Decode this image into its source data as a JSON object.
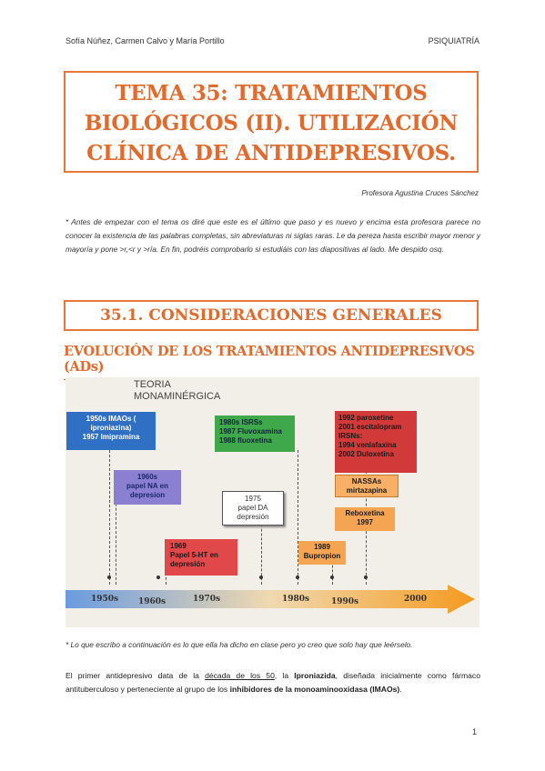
{
  "header": {
    "authors": "Sofía Núñez, Carmen Calvo y María Portillo",
    "subject": "PSIQUIATRÍA"
  },
  "title": {
    "line1": "TEMA 35: TRATAMIENTOS",
    "line2": "BIOLÓGICOS (II). UTILIZACIÓN",
    "line3": "CLÍNICA DE ANTIDEPRESIVOS."
  },
  "professor": "Profesora Agustina Cruces Sánchez",
  "intro_note": "* Antes de empezar con el tema os diré que este es el último que paso y es nuevo y encima esta profesora parece no conocer la existencia de las palabras completas, sin abreviaturas ni siglas raras. Le da pereza hasta escribir mayor menor y mayoría y pone >r,<r y >ría. En fin, podréis comprobarlo si estudiáis con las diapositivas al lado. Me despido osq.",
  "section": "35.1. CONSIDERACIONES GENERALES",
  "subheading": "EVOLUCIÓN DE LOS TRATAMIENTOS ANTIDEPRESIVOS (ADs)",
  "figure": {
    "heading_line1": "TEORIA",
    "heading_line2": "MONAMINÉRGICA",
    "boxes": {
      "imao_1": "1950s IMAOs (",
      "imao_2": "iproniazina)",
      "imao_3": "1957 Imipramina",
      "na_1": "1960s",
      "na_2": "papel NA en",
      "na_3": "depresion",
      "ht_1": "1969",
      "ht_2": "Papel 5-HT en",
      "ht_3": "depresión",
      "isrs_1": "1980s ISRSs",
      "isrs_2": "1987 Fluvoxamina",
      "isrs_3": "1988 fluoxetina",
      "da_1": "1975",
      "da_2": "papel DA",
      "da_3": "depresión",
      "bup_1": "1989",
      "bup_2": "Bupropion",
      "rec_1": "1992 paroxetine",
      "rec_2": "2001 escitalopram",
      "rec_3": "IRSNs:",
      "rec_4": "1994 venlafaxina",
      "rec_5": "2002 Duloxetina",
      "nassa_1": "NASSAs",
      "nassa_2": "mirtazapina",
      "rebox_1": "Reboxetina",
      "rebox_2": "1997"
    },
    "timeline": [
      "1950s",
      "1960s",
      "1970s",
      "1980s",
      "1990s",
      "2000"
    ],
    "colors": {
      "imao": "#2f6fc4",
      "na": "#8a7fd0",
      "ht": "#e0484a",
      "isrs": "#3fa84a",
      "da": "#ffffff",
      "bup": "#f5a552",
      "rec": "#d23a3a",
      "nassa": "#f7b066",
      "rebox": "#f5a552",
      "arrow_start": "#6a9be0",
      "arrow_end": "#f59a1e"
    }
  },
  "footnote": "* Lo que escribo a continuación es lo que ella ha dicho en clase pero yo creo que solo hay que leérselo.",
  "paragraph": {
    "p1": "El primer antidepresivo data de la ",
    "p2": "década de los 50",
    "p3": ", la ",
    "p4": "Iproniazida",
    "p5": ", diseñada inicialmente como fármaco antituberculoso y perteneciente al grupo de los ",
    "p6": "inhibidores de la monoaminooxidasa (IMAOs)",
    "p7": "."
  },
  "page_number": "1"
}
